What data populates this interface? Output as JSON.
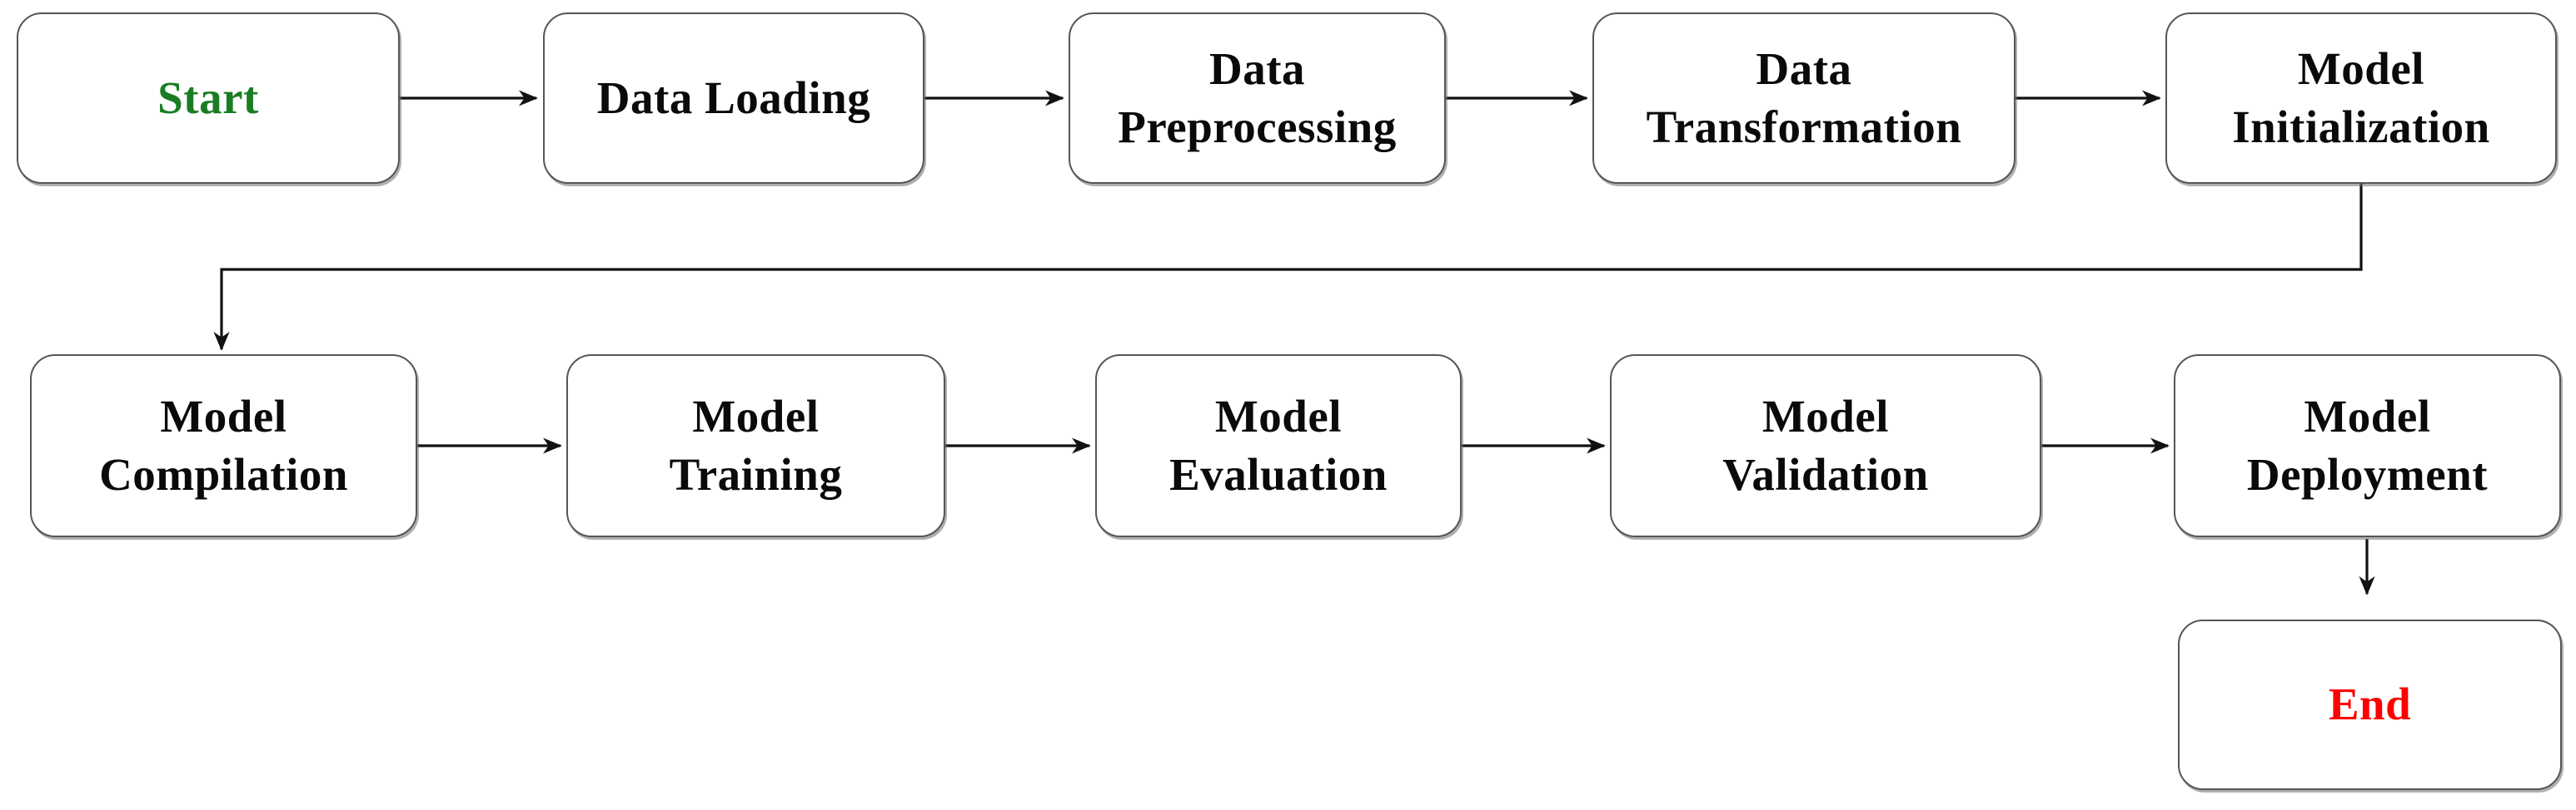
{
  "diagram": {
    "type": "flowchart",
    "background_color": "#ffffff",
    "colors": {
      "node_fill": "#ffffff",
      "node_border": "#565656",
      "arrow": "#111111",
      "default_text": "#0a0a0a",
      "start_text": "#1b7d23",
      "end_text": "#fe0000"
    },
    "nodes": [
      {
        "id": "start",
        "label": "Start",
        "text_color": "#1b7d23",
        "row": 1
      },
      {
        "id": "data-loading",
        "label": "Data Loading",
        "text_color": "#0a0a0a",
        "row": 1
      },
      {
        "id": "data-preprocessing",
        "label": "Data\nPreprocessing",
        "text_color": "#0a0a0a",
        "row": 1
      },
      {
        "id": "data-transformation",
        "label": "Data\nTransformation",
        "text_color": "#0a0a0a",
        "row": 1
      },
      {
        "id": "model-initialization",
        "label": "Model\nInitialization",
        "text_color": "#0a0a0a",
        "row": 1
      },
      {
        "id": "model-compilation",
        "label": "Model\nCompilation",
        "text_color": "#0a0a0a",
        "row": 2
      },
      {
        "id": "model-training",
        "label": "Model\nTraining",
        "text_color": "#0a0a0a",
        "row": 2
      },
      {
        "id": "model-evaluation",
        "label": "Model\nEvaluation",
        "text_color": "#0a0a0a",
        "row": 2
      },
      {
        "id": "model-validation",
        "label": "Model\nValidation",
        "text_color": "#0a0a0a",
        "row": 2
      },
      {
        "id": "model-deployment",
        "label": "Model\nDeployment",
        "text_color": "#0a0a0a",
        "row": 2
      },
      {
        "id": "end",
        "label": "End",
        "text_color": "#fe0000",
        "row": 3
      }
    ],
    "edges": [
      {
        "from": "start",
        "to": "data-loading",
        "shape": "straight"
      },
      {
        "from": "data-loading",
        "to": "data-preprocessing",
        "shape": "straight"
      },
      {
        "from": "data-preprocessing",
        "to": "data-transformation",
        "shape": "straight"
      },
      {
        "from": "data-transformation",
        "to": "model-initialization",
        "shape": "straight"
      },
      {
        "from": "model-initialization",
        "to": "model-compilation",
        "shape": "elbow"
      },
      {
        "from": "model-compilation",
        "to": "model-training",
        "shape": "straight"
      },
      {
        "from": "model-training",
        "to": "model-evaluation",
        "shape": "straight"
      },
      {
        "from": "model-evaluation",
        "to": "model-validation",
        "shape": "straight"
      },
      {
        "from": "model-validation",
        "to": "model-deployment",
        "shape": "straight"
      },
      {
        "from": "model-deployment",
        "to": "end",
        "shape": "straight"
      }
    ]
  }
}
